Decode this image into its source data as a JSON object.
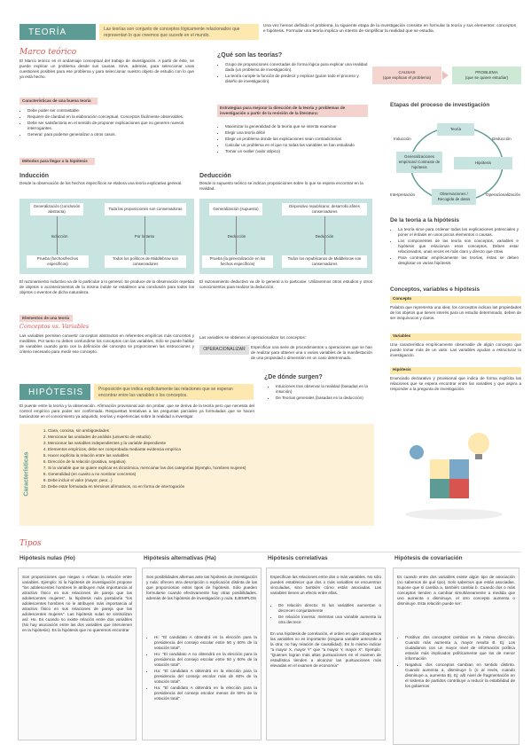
{
  "teoria": {
    "title": "TEORÍA",
    "def": "Las teorías son conjunto de conceptos lógicamente relacionados que representan lo que creemos que sucede en el mundo.",
    "intro": "Una vez hemos definido el problema, la siguiente etapa de la investigación consiste en formular la teoría y sus elementos: conceptos e hipótesis. Formular una teoría implica un intento de simplificar la realidad que se estudia."
  },
  "marco": {
    "title": "Marco teórico",
    "text": "El Marco teórico es el andamiaje conceptual del trabajo de investigación. A partir de éste, se puede explicar un problema desde sus causas. Sirve, además, para seleccionar unas cuestiones posibles para ese problema y para seleccionar nuestro objeto de estudio con lo que ya está hecho.",
    "bar1": "Características de una buena teoría",
    "items": [
      "Debe poder ser contrastable.",
      "Requiere de claridad en la elaboración conceptual. Conceptos fácilmente observables.",
      "Debe ser satisfactoria en el sentido de proponer explicaciones que no generen nuevos interrogantes.",
      "General: para poderse generalizar a otros casos."
    ],
    "bar2": "Métodos para llegar a la hipótesis"
  },
  "que": {
    "title": "¿Qué son las teorías?",
    "items": [
      "Grupo de proposiciones conectadas de forma lógica para explicar una realidad dada (un problema de investigación).",
      "La teoría cumple la función de predecir y explicar (guían todo el proceso y diseño de investigación)."
    ],
    "bar": "Estrategias para mejorar la dirección de la teoría y problemas de investigación a partir de la revisión de la literatura:",
    "items2": [
      "Maximizar la generalidad de la teoría que se intenta examinar",
      "Elegir una teoría débil",
      "Elegir un problema donde las explicaciones sean contradictorias",
      "Calcular un problema en el que no todas las variables se han estudiado",
      "Tomar un outlier (valor atípico)"
    ]
  },
  "causas": {
    "left_t": "CAUSAS",
    "left_s": "(que explican el problema)",
    "right_t": "PROBLEMA",
    "right_s": "(que se quiere estudiar)"
  },
  "etapas": {
    "title": "Etapas del proceso de investigación",
    "teoria": "Teoría",
    "deduccion": "Deducción",
    "induccion": "Inducción",
    "generalizaciones": "Generalizaciones empíricas/ Contraste de hipótesis",
    "hipotesis": "Hipótesis",
    "interpretacion": "Interpretación",
    "operacionalizacion": "Operacionalización",
    "observaciones": "Observaciones / Recogida de datos"
  },
  "induccion": {
    "title": "Inducción",
    "text": "Desde la observación de los hechos específicos se elabora una teoría explicativa general.",
    "b1": "Generalización (conclusión abstracta)",
    "b2": "Inducción",
    "b3": "Prueba (hechos/hechos específicos)",
    "c1": "Toda las proposiciones son conservadoras",
    "c2": "Por lo tanto",
    "c3": "Todos los políticos de Middlebrow son conservadores",
    "foot": "El razonamiento inductivo va de lo particular a lo general. Se produce de la observación repetida de objetos o acontecimientos de la misma índole se establece una conclusión para todos los objetos o eventos de dicha naturaleza."
  },
  "deduccion": {
    "title": "Deducción",
    "text": "Desde lo supuesto teórico se indican proposiciones sobre lo que se espera encontrar en la realidad.",
    "b1": "Generalización (supuesto)",
    "b2": "Deducción",
    "b3": "Prueba (la generalización en los hechos específicos)",
    "c1": "Dispositivo republicano: desarrollo afines conservadores",
    "c2": "Deducción",
    "c3": "Todos los republicanos de Middlebrow son conservadores",
    "foot": "El razonamiento deductivo va de lo general a lo particular. Utilizaremos otros estudios y otros conocimientos para realizar la deducción."
  },
  "hipotesis_teoria": {
    "title": "De la teoría a la hipótesis",
    "items": [
      "La teoría sirve para ordenar todas las explicaciones potenciales y poner el énfasis en unos pocos elementos o causas.",
      "Los componentes de las teoría son conceptos, variables e hipótesis que relacionan esos conceptos. Deben estar relacionados, unas veces es más claro y directo que otras.",
      "Para contrastar empíricamente las teorías, éstas se deben desglosar en varias hipótesis."
    ]
  },
  "elementos": {
    "bar": "Elementos de una teoría",
    "title": "Conceptos vs. Variables",
    "text": "Las variables permiten convertir conceptos abstractos en referentes empíricos más concretos y medibles. Por tanto no deben confundirse los conceptos con las variables. Sólo se puede hablar de variables cuando junto con la definición del concepto se proporcionen las instrucciones y criterio necesario para medir ese concepto.",
    "right": "Las variables se obtienen al operacionalizar los conceptos:",
    "opl": "OPERACIONALIZAR",
    "opt": "Especificar una serie de procedimientos u operaciones que se han de realizar para obtener una o varias variables de la manifestación de una propiedad o dimensión en un caso determinado."
  },
  "cvh": {
    "title": "Conceptos, variables e hipótesis",
    "c": "Concepto",
    "ct": "Palabra que representa una idea; los conceptos indican las propiedades de los objetos que tienen interés para un estudio determinado, deben de ser inequívocos y claros.",
    "v": "Variables",
    "vt": "Una característica empíricamente observable de algún concepto que puede tomar más de un valor. Las variables ayudan a estructurar la investigación.",
    "h": "Hipótesis",
    "ht": "Enunciado declarativo y provisional que indica de forma explícita las relaciones que se espera encontrar entre las variables y que aspira a responder a la pregunta de investigación."
  },
  "hip": {
    "title": "HIPÓTESIS",
    "def": "Proposición que indica explícitamente las relaciones que se esperan encontrar entre las variables o los conceptos.",
    "text": "El puente entre la teoría y la observación. Afirmación provisional aún sin probar, que se deriva de la teoría pero que necesita del control empírico para poder ser confirmada. Respuestas tentativas a las preguntas parciales ya formuladas que se hacen basándose en el conocimiento ya adquirido, teorías y experiencias sobre la realidad a investigar.",
    "donde": "¿De dónde surgen?",
    "donde_items": [
      "Intuiciones tras observar la realidad (basadas en la intuición)",
      "De Teorías generales (basadas en la deducción)"
    ]
  },
  "caract": {
    "label": "Características",
    "items": [
      "Clara, concisa, sin ambigüedades",
      "Mencionar las unidades de análisis (universo de estudio).",
      "Mencionar las variables independientes y la variable dependiente",
      "Elementos empíricos, debe ser comprobada mediante evidencia empírica",
      "Hacer explícita la relación entre las variables",
      "Dirección de la relación (positiva, negativa).",
      "Si la variable que se quiere explicar es dicotómica, mencionar las dos categorías (Ejemplo, hombres mujeres)",
      "Generalidad (en cuanto a no nombrar concretos)",
      "Debe incluir el valor (mayor, peor...)",
      "Debe estar formulada en términos afirmativos, no en forma de interrogación"
    ]
  },
  "tipos": {
    "title": "Tipos",
    "c1": {
      "h": "Hipótesis nulas (Ho)",
      "t": "Son proposiciones que niegan o refutan la relación entre variables. Ejemplo: Si la hipótesis de investigación propone \"los adolescentes hombres le atribuyen más importancia al atractivo físico en sus relaciones de pareja que las adolescentes mujeres\", la hipótesis nula postularía \"los adolescentes hombres no le atribuyen más importancia al atractivo físico en sus relaciones de pareja que las adolescentes mujeres\". Las hipótesis nulas se simbolizan así: Ho. Es cuando no existe relación entre dos variables (No hay asociación entre las dos variables que intervienen en la hipótesis). Es la hipótesis que no queremos encontrar"
    },
    "c2": {
      "h": "Hipótesis alternativas (Ha)",
      "t": "Son posibilidades alternas ante las hipótesis de investigación y nula: ofrecen otra descripción o explicación distinta de las que proporcionan estos tipos de hipótesis. Sólo pueden formularse cuando efectivamente hay otras posibilidades, además de las hipótesis de investigación y nula. EJEMPLOS",
      "items": [
        "Hi: \"El candidato A obtendrá en la elección para la presidencia del consejo escolar entre 50 y 60% de la votación total\".",
        "Ho: \"El candidato A no obtendrá en la elección para la presidencia del consejo escolar entre 50 y 60% de la votación total\".",
        "Ha: \"El candidato A obtendrá en la elección para la presidencia del consejo escolar más de 60% de la votación total\".",
        "Ha: \"El candidato A obtendrá en la elección para la presidencia del consejo escolar menos de 50% de la votación total\"."
      ]
    },
    "c3": {
      "h": "Hipótesis correlativas",
      "t": "Especifican las relaciones entre dos o más variables. No sólo pueden establecer que dos o más variables se encuentran vinculadas, sino también cómo están asociadas. Las variables tienen un efecto entre ellas.",
      "items": [
        "De relación directa: Si las variables aumentan o decrecen conjuntamente",
        "De relación inversa: mientras una variable aumenta la otra decrece"
      ],
      "t2": "En una hipótesis de correlación, el orden en que coloquemos las variables no es importante (ninguna variable antecede a la otra; no hay relación de causalidad). Es lo mismo indicar \"a mayor X, mayor Y\" que \"a mayor Y, mayor X\". Ejemplo: \"Quienes logran más altas puntuaciones en el examen de estadística tienden a alcanzar las puntuaciones más elevadas en el examen de economía\""
    },
    "c4": {
      "h": "Hipótesis de covariación",
      "t": "Es cuando entre dos variables existe algún tipo de asociación (no sabemos de qué tipo). Solo sabemos que están asociadas. Supone que sí cambia a, también cambia b. Cuando dos o más conceptos tienden a cambiar simultáneamente a medida que uno aumenta o disminuye, el otro concepto aumenta o disminuye. Esta relación puede ser:",
      "items": [
        "Positiva: dos conceptos cambian en la misma dirección. Cuando más aumenta a, mayor resulta B. Ej: Los ciudadanos con un mayor nivel de información política estarán más implicados políticamente que los de menor información",
        "Negativa: dos conceptos cambian en sentido distinto. Cuando aumenta a, disminuye b (o al revés, cuando disminuye a, aumenta B). Ej: a/b nivel de fragmentación en el sistema de partidos contribuye a reducir la estabilidad de los gobiernos"
      ]
    }
  },
  "colors": {
    "accent": "#5d9c94",
    "yellow": "#fde8b0",
    "pink": "#f5d5d0",
    "red": "#d9534f"
  }
}
